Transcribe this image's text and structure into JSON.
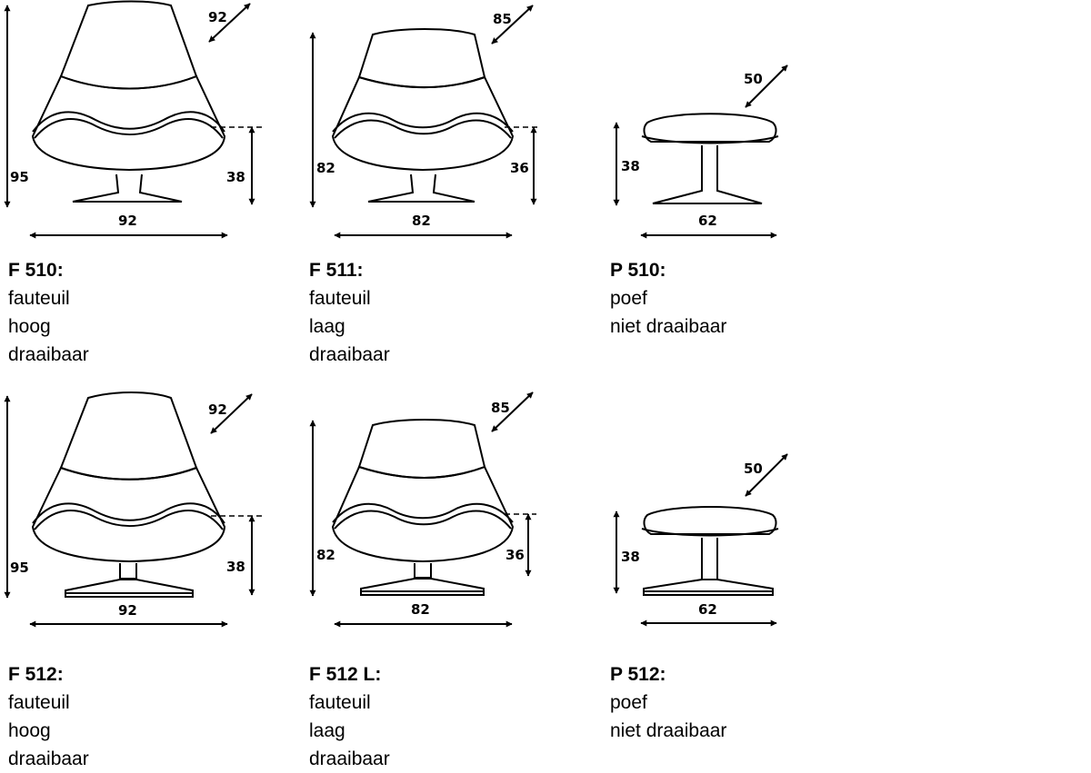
{
  "products": [
    {
      "code": "F 510:",
      "lines": [
        "fauteuil",
        "hoog",
        "draaibaar"
      ],
      "dims": {
        "depth": "92",
        "height": "95",
        "seat": "38",
        "width": "92"
      }
    },
    {
      "code": "F 511:",
      "lines": [
        "fauteuil",
        "laag",
        "draaibaar"
      ],
      "dims": {
        "depth": "85",
        "height": "82",
        "seat": "36",
        "width": "82"
      }
    },
    {
      "code": "P 510:",
      "lines": [
        "poef",
        "niet draaibaar"
      ],
      "dims": {
        "depth": "50",
        "height": "38",
        "width": "62"
      }
    },
    {
      "code": "F 512:",
      "lines": [
        "fauteuil",
        "hoog",
        "draaibaar"
      ],
      "dims": {
        "depth": "92",
        "height": "95",
        "seat": "38",
        "width": "92"
      }
    },
    {
      "code": "F 512 L:",
      "lines": [
        "fauteuil",
        "laag",
        "draaibaar"
      ],
      "dims": {
        "depth": "85",
        "height": "82",
        "seat": "36",
        "width": "82"
      }
    },
    {
      "code": "P 512:",
      "lines": [
        "poef",
        "niet draaibaar"
      ],
      "dims": {
        "depth": "50",
        "height": "38",
        "width": "62"
      }
    }
  ]
}
